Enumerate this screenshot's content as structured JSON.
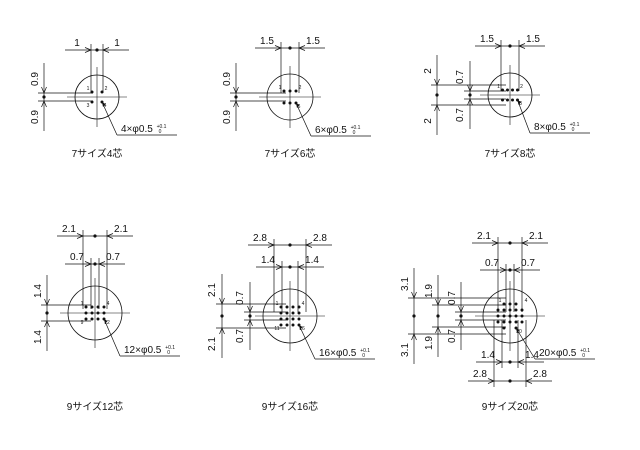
{
  "diagrams": [
    {
      "caption": "7サイズ4芯",
      "note": "4×φ0.5",
      "tolerance": {
        "upper": "+0.1",
        "lower": "0"
      },
      "top_dims": [
        "1",
        "1"
      ],
      "left_dims": [
        "0.9",
        "0.9"
      ],
      "pins": [
        "1",
        "2",
        "3",
        "4"
      ]
    },
    {
      "caption": "7サイズ6芯",
      "note": "6×φ0.5",
      "tolerance": {
        "upper": "+0.1",
        "lower": "0"
      },
      "top_dims": [
        "1.5",
        "1.5"
      ],
      "left_dims": [
        "0.9",
        "0.9"
      ],
      "pins": [
        "1",
        "2",
        "6"
      ]
    },
    {
      "caption": "7サイズ8芯",
      "note": "8×φ0.5",
      "tolerance": {
        "upper": "+0.1",
        "lower": "0"
      },
      "top_dims": [
        "1.5",
        "1.5"
      ],
      "left_dims": [
        "2",
        "0.7",
        "2",
        "0.7"
      ],
      "pins": [
        "1",
        "2",
        "8"
      ]
    },
    {
      "caption": "9サイズ12芯",
      "note": "12×φ0.5",
      "tolerance": {
        "upper": "+0.1",
        "lower": "0"
      },
      "top_dims": [
        "2.1",
        "2.1",
        "0.7",
        "0.7"
      ],
      "left_dims": [
        "1.4",
        "1.4"
      ],
      "pins": [
        "1",
        "4",
        "9",
        "12"
      ]
    },
    {
      "caption": "9サイズ16芯",
      "note": "16×φ0.5",
      "tolerance": {
        "upper": "+0.1",
        "lower": "0"
      },
      "top_dims": [
        "2.8",
        "2.8",
        "1.4",
        "1.4"
      ],
      "left_dims": [
        "2.1",
        "0.7",
        "2.1",
        "0.7"
      ],
      "pins": [
        "1",
        "4",
        "11",
        "16"
      ]
    },
    {
      "caption": "9サイズ20芯",
      "note": "20×φ0.5",
      "tolerance": {
        "upper": "+0.1",
        "lower": "0"
      },
      "top_dims": [
        "2.1",
        "2.1",
        "0.7",
        "0.7"
      ],
      "bottom_dims": [
        "1.4",
        "1.4",
        "2.8",
        "2.8"
      ],
      "left_dims": [
        "3.1",
        "1.9",
        "0.7",
        "3.1",
        "1.9",
        "0.7"
      ],
      "pins": [
        "1",
        "4",
        "20"
      ]
    }
  ]
}
